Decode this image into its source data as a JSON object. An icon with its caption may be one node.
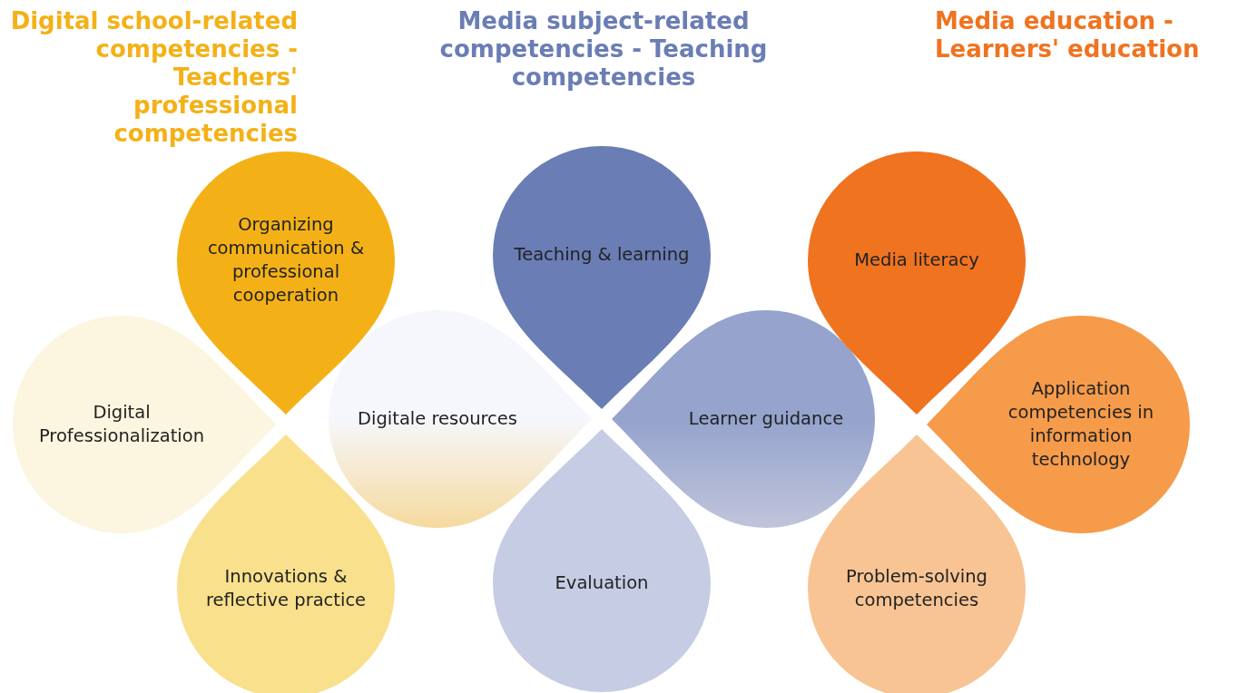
{
  "diagram": {
    "nodes": [
      {
        "text": [
          "Organizing communication & professional cooperation"
        ]
      },
      {
        "text": [
          "Digital Professionalization"
        ]
      },
      {
        "text": [
          "Innovations & reflective practice"
        ]
      },
      {
        "text": [
          "Digitale resources"
        ]
      },
      {
        "text": [
          "Teaching & learning"
        ]
      },
      {
        "text": [
          "Evaluation"
        ]
      },
      {
        "text": [
          "Learner guidance"
        ]
      },
      {
        "text": [
          "Media literacy"
        ]
      },
      {
        "text": [
          "Application competencies in information technology"
        ]
      },
      {
        "text": [
          "Problem-solving competencies"
        ]
      }
    ],
    "edges": [],
    "labels": [
      "Digital school-related competencies - Teachers' professional competencies",
      "Media subject-related competencies - Teaching competencies",
      "Media education - Learners' education"
    ]
  }
}
